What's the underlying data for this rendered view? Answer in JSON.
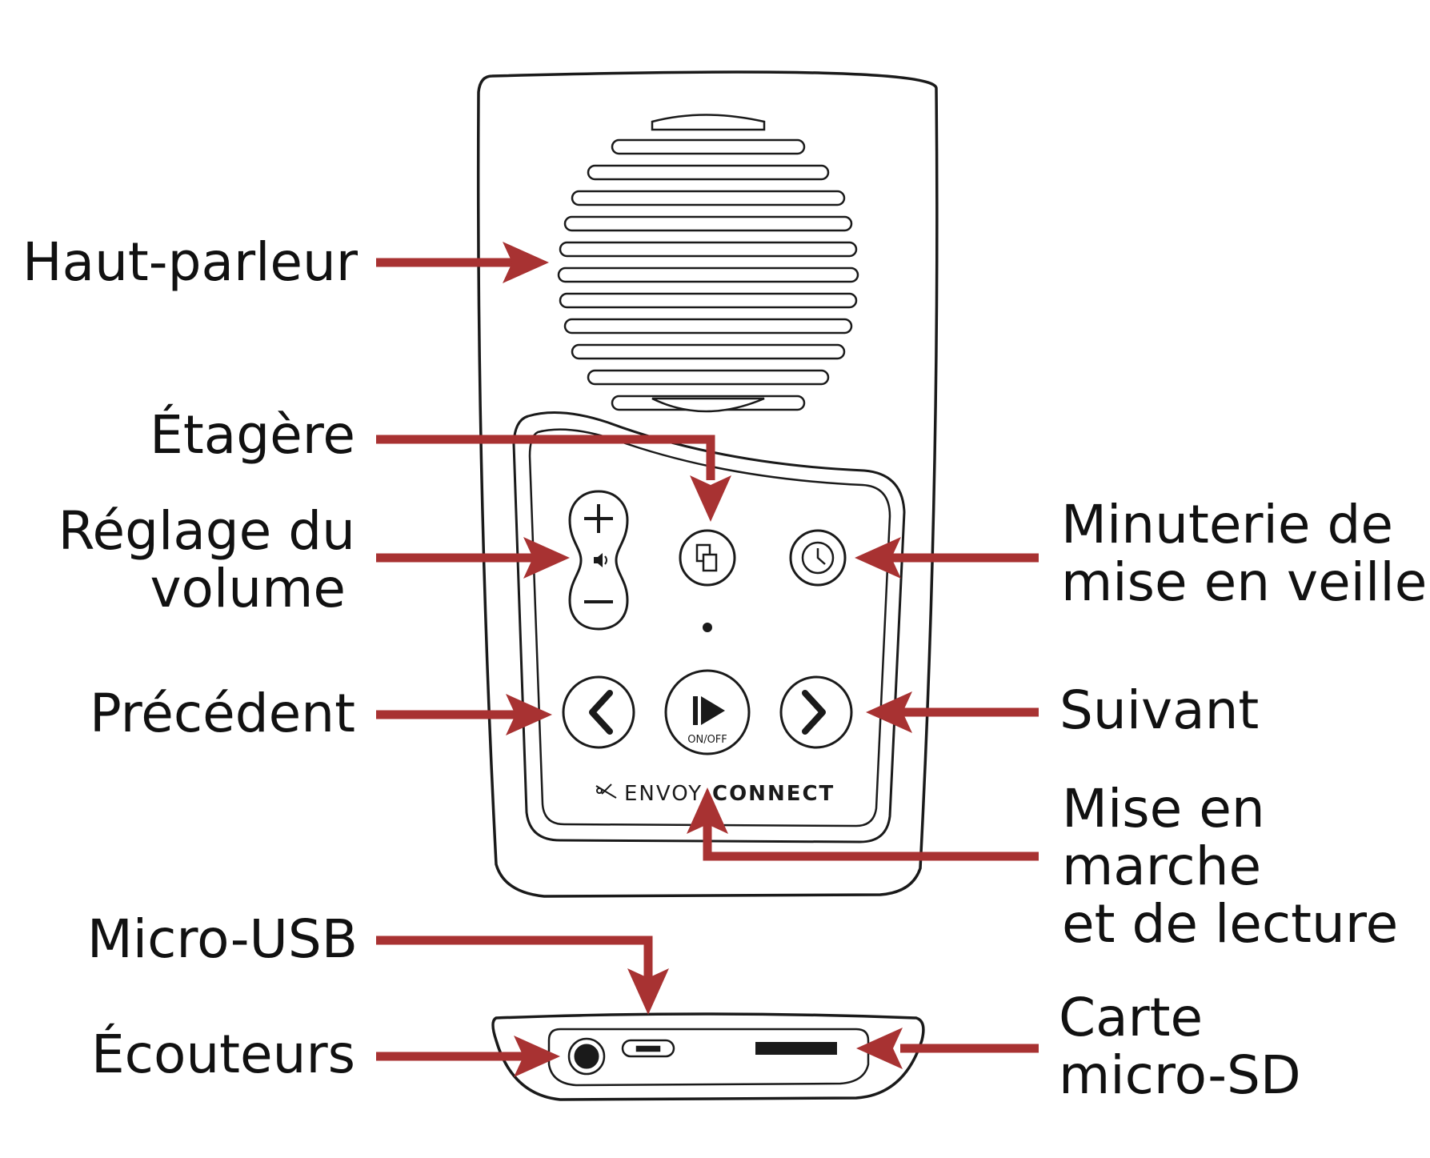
{
  "labels": {
    "speaker": "Haut-parleur",
    "shelf": "Étagère",
    "volume_1": "Réglage du",
    "volume_2": "volume",
    "previous": "Précédent",
    "micro_usb": "Micro-USB",
    "headphones": "Écouteurs",
    "sleep_timer_1": "Minuterie de",
    "sleep_timer_2": "mise en veille",
    "next": "Suivant",
    "power_play_1": "Mise en",
    "power_play_2": "marche",
    "power_play_3": "et de lecture",
    "sd_card_1": "Carte",
    "sd_card_2": "micro-SD"
  },
  "device": {
    "brand_left": "ENVOY",
    "brand_right": "CONNECT",
    "play_button_text": "ON/OFF"
  },
  "colors": {
    "arrow": "#a83232",
    "outline": "#1a1a1a",
    "text": "#111111"
  }
}
